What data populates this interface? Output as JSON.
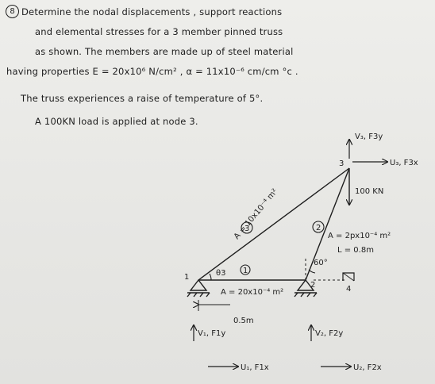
{
  "problem": {
    "number": "8",
    "lines": [
      "Determine  the  nodal  displacements ,  support  reactions",
      "and  elemental  stresses  for  a   3  member pinned  truss",
      "as  shown. The  members  are   made  up  of   steel  material",
      "having  properties   E = 20x10⁶ N/cm² ,  α = 11x10⁻⁶ cm/cm °c .",
      "The  truss  experiences  a   raise  of  temperature  of  5°.",
      "A  100KN  load   is  applied   at   node  3."
    ]
  },
  "figure": {
    "node1": "1",
    "node2": "2",
    "node3": "3",
    "node4": "4",
    "elem1": "1",
    "elem2": "2",
    "elem3": "3",
    "theta": "θ3",
    "angle60": "60°",
    "area1": "A = 20x10⁻⁴ m²",
    "area2": "A = 2px10⁻⁴ m²",
    "area3": "A = 10x10⁻⁴ m²",
    "length2": "L = 0.8m",
    "length1": "0.5m",
    "load": "100 KN",
    "v3": "V₃, F3y",
    "u3": "U₃, F3x",
    "v1": "V₁, F1y",
    "u1": "U₁, F1x",
    "v2": "V₂, F2y",
    "u2": "U₂, F2x"
  },
  "colors": {
    "ink": "#1e1e1e",
    "paper": "#ebebe8"
  }
}
